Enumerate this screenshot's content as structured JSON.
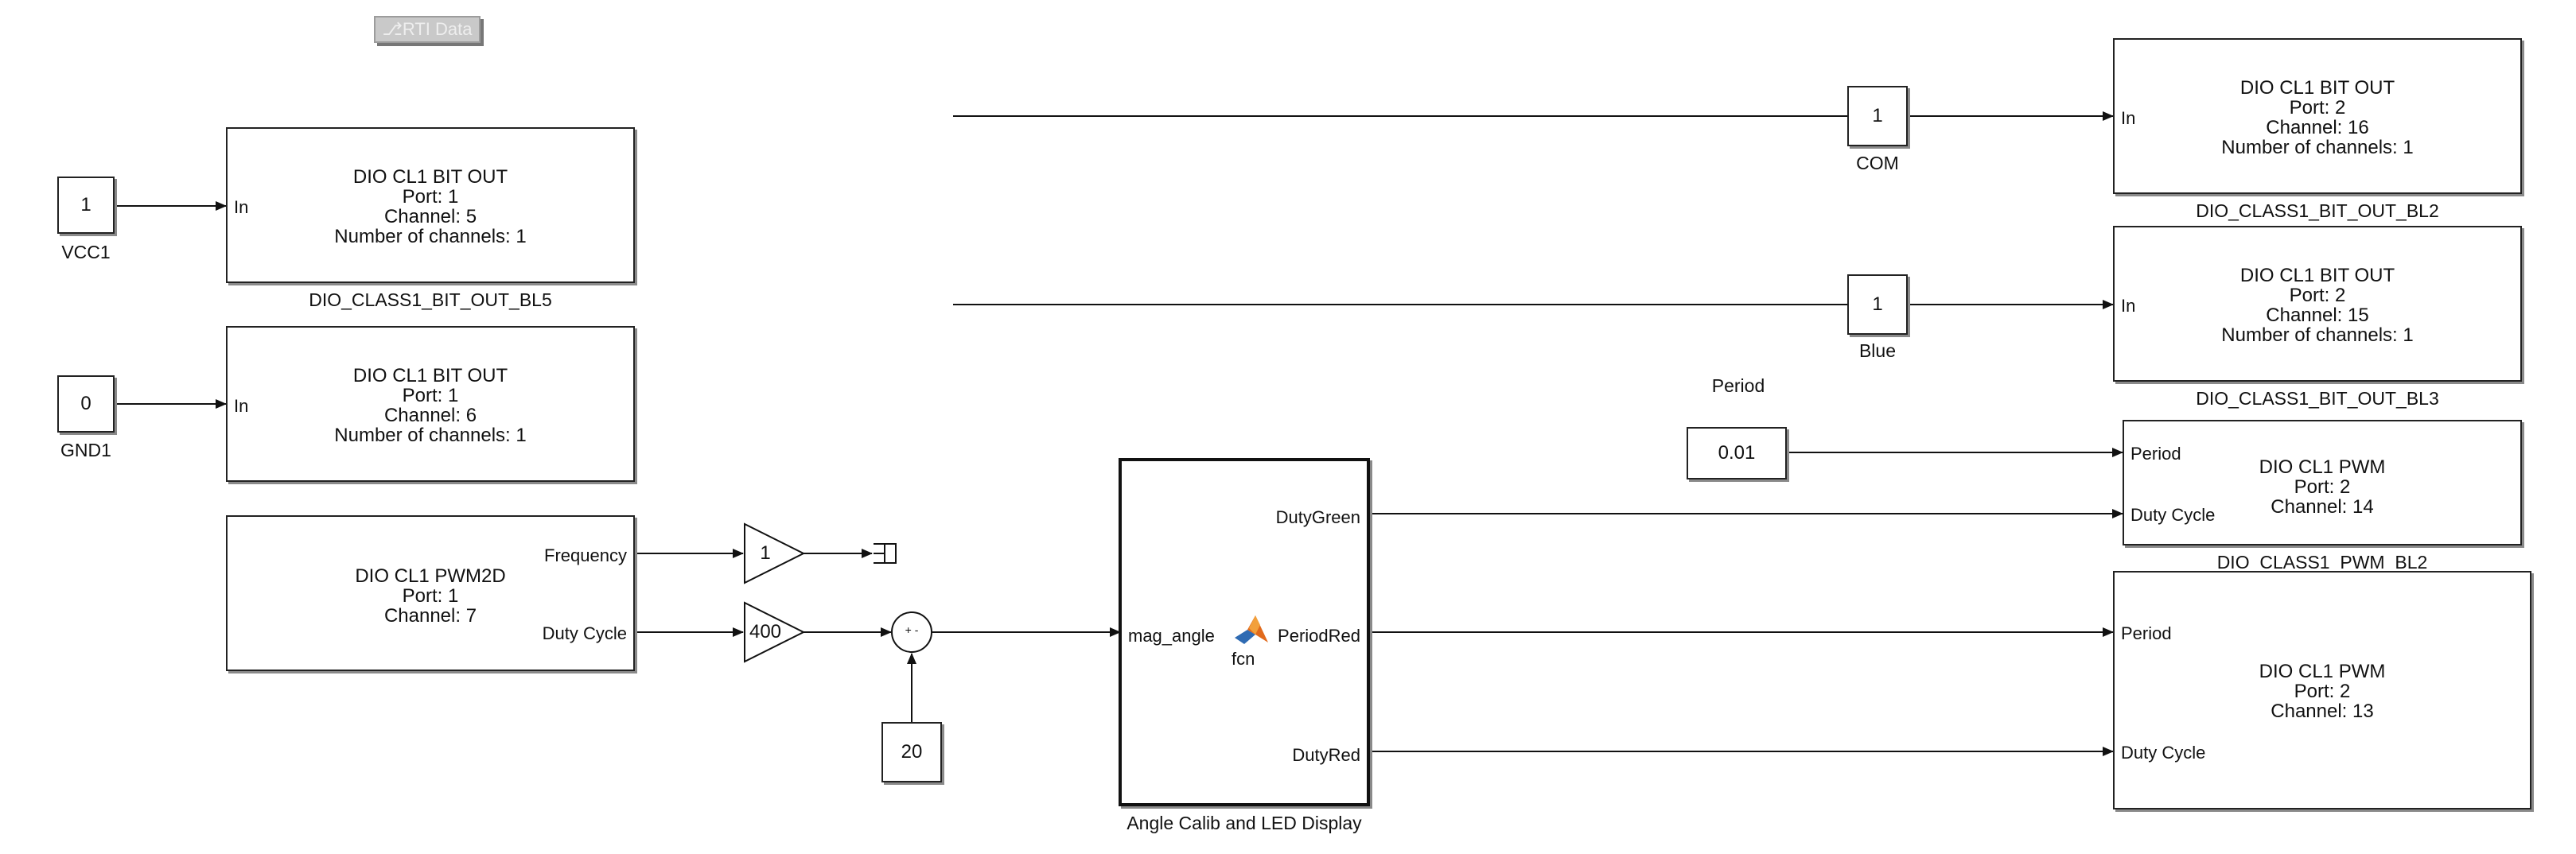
{
  "rti": {
    "label": "RTI Data"
  },
  "blocks": {
    "vcc1": {
      "value": "1",
      "name": "VCC1"
    },
    "gnd1": {
      "value": "0",
      "name": "GND1"
    },
    "com": {
      "value": "1",
      "name": "COM"
    },
    "blue": {
      "value": "1",
      "name": "Blue"
    },
    "period_const": {
      "value": "0.01",
      "name": "Period"
    },
    "gain1": {
      "value": "1"
    },
    "gain400": {
      "value": "400"
    },
    "const20": {
      "value": "20"
    },
    "sum": {
      "signs": "+ -"
    },
    "bl5": {
      "lines": [
        "DIO CL1 BIT OUT",
        "Port: 1",
        "Channel: 5",
        "Number of channels: 1"
      ],
      "in_port": "In",
      "name": "DIO_CLASS1_BIT_OUT_BL5"
    },
    "gnd_out": {
      "lines": [
        "DIO CL1 BIT OUT",
        "Port: 1",
        "Channel: 6",
        "Number of channels: 1"
      ],
      "in_port": "In"
    },
    "pwm2d": {
      "lines": [
        "DIO CL1 PWM2D",
        "Port: 1",
        "Channel: 7"
      ],
      "out_ports": [
        "Frequency",
        "Duty Cycle"
      ]
    },
    "bl2": {
      "lines": [
        "DIO CL1 BIT OUT",
        "Port: 2",
        "Channel: 16",
        "Number of channels: 1"
      ],
      "in_port": "In",
      "name": "DIO_CLASS1_BIT_OUT_BL2"
    },
    "bl3": {
      "lines": [
        "DIO CL1 BIT OUT",
        "Port: 2",
        "Channel: 15",
        "Number of channels: 1"
      ],
      "in_port": "In",
      "name": "DIO_CLASS1_BIT_OUT_BL3"
    },
    "pwm_bl2": {
      "lines": [
        "DIO CL1 PWM",
        "Port: 2",
        "Channel: 14"
      ],
      "in_ports": [
        "Period",
        "Duty Cycle"
      ],
      "name": "DIO_CLASS1_PWM_BL2"
    },
    "pwm13": {
      "lines": [
        "DIO CL1 PWM",
        "Port: 2",
        "Channel: 13"
      ],
      "in_ports": [
        "Period",
        "Duty Cycle"
      ]
    },
    "fcn": {
      "in_port": "mag_angle",
      "out_ports": [
        "DutyGreen",
        "PeriodRed",
        "DutyRed"
      ],
      "icon_label": "fcn",
      "name": "Angle Calib and LED Display"
    }
  },
  "colors": {
    "line": "#111111",
    "shadow": "#8a8a8a",
    "matlab_orange": "#e16a1c",
    "matlab_blue": "#2f6bb3"
  }
}
